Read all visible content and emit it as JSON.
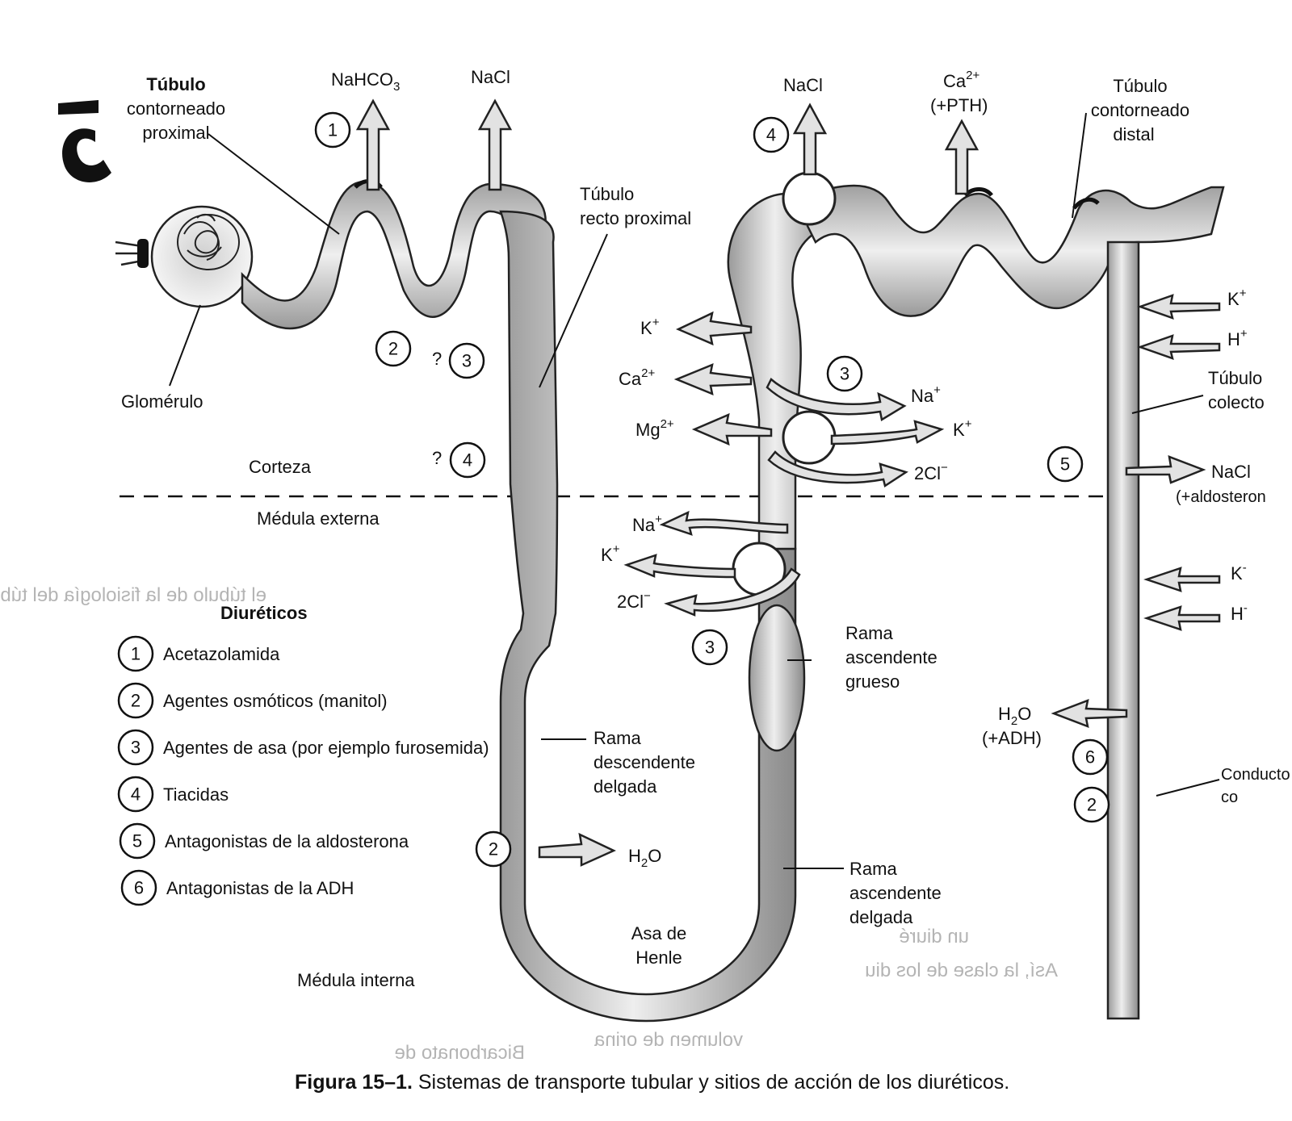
{
  "labels": {
    "tcp_line1": "Túbulo",
    "tcp_line2": "contorneado",
    "tcp_line3": "proximal",
    "nahco3_base": "NaHCO",
    "nahco3_sub": "3",
    "nacl_proximal": "NaCl",
    "recto_line1": "Túbulo",
    "recto_line2": "recto proximal",
    "glomerulo": "Glomérulo",
    "corteza": "Corteza",
    "medula_externa": "Médula externa",
    "medula_interna": "Médula interna",
    "nacl_distal": "NaCl",
    "ca_base": "Ca",
    "ca_sup": "2+",
    "pth": "(+PTH)",
    "tcd_line1": "Túbulo",
    "tcd_line2": "contorneado",
    "tcd_line3": "distal",
    "k_out": "K",
    "k_out_sup": "+",
    "ca_out": "Ca",
    "ca_out_sup": "2+",
    "mg_out": "Mg",
    "mg_out_sup": "2+",
    "na_in": "Na",
    "na_in_sup": "+",
    "k_in": "K",
    "k_in_sup": "+",
    "cl_in": "2Cl",
    "cl_in_sup": "−",
    "na_lower": "Na",
    "na_lower_sup": "+",
    "k_lower": "K",
    "k_lower_sup": "+",
    "cl_lower": "2Cl",
    "cl_lower_sup": "−",
    "ascendente_grueso_1": "Rama",
    "ascendente_grueso_2": "ascendente",
    "ascendente_grueso_3": "grueso",
    "descendente_1": "Rama",
    "descendente_2": "descendente",
    "descendente_3": "delgada",
    "ascendente_delgada_1": "Rama",
    "ascendente_delgada_2": "ascendente",
    "ascendente_delgada_3": "delgada",
    "asa_1": "Asa de",
    "asa_2": "Henle",
    "h2o_loop": "H",
    "h2o_loop_sub": "2",
    "h2o_loop_o": "O",
    "k_collect": "K",
    "k_collect_sup": "+",
    "h_collect": "H",
    "h_collect_sup": "+",
    "colector_1": "Túbulo",
    "colector_2": "colecto",
    "nacl_collect": "NaCl",
    "aldosterona": "(+aldosteron",
    "k_lower_collect": "K",
    "k_lower_collect_sup": "-",
    "h_lower_collect": "H",
    "h_lower_collect_sup": "-",
    "h2o_adh": "H",
    "h2o_adh_sub": "2",
    "h2o_adh_o": "O",
    "adh": "(+ADH)",
    "conducto_1": "Conducto",
    "conducto_2": "co",
    "question": "?"
  },
  "site_numbers": {
    "n1_top": "1",
    "n2_prox": "2",
    "n3_prox": "3",
    "n4_prox": "4",
    "n4_top": "4",
    "n3_thick": "3",
    "n3_lower": "3",
    "n5": "5",
    "n6": "6",
    "n2_collect": "2",
    "n2_loop": "2"
  },
  "legend": {
    "title": "Diuréticos",
    "items": [
      {
        "num": "1",
        "label": "Acetazolamida"
      },
      {
        "num": "2",
        "label": "Agentes osmóticos (manitol)"
      },
      {
        "num": "3",
        "label": "Agentes de asa (por ejemplo furosemida)"
      },
      {
        "num": "4",
        "label": "Tiacidas"
      },
      {
        "num": "5",
        "label": "Antagonistas de la aldosterona"
      },
      {
        "num": "6",
        "label": "Antagonistas de la ADH"
      }
    ]
  },
  "caption": {
    "bold": "Figura 15–1.",
    "text": " Sistemas de transporte tubular y sitios de acción de los diuréticos."
  },
  "bleed_text": {
    "line1": "el túbulo de la fisiología del túbulo",
    "line2": "Así, la clase de los diu",
    "line3": "un diuré",
    "line4": "Bicarbonato de",
    "line5": "volumen de orina"
  },
  "colors": {
    "tube_fill": "#d9d9d9",
    "tube_stroke": "#222222",
    "arrow_fill": "#e2e2e2"
  }
}
